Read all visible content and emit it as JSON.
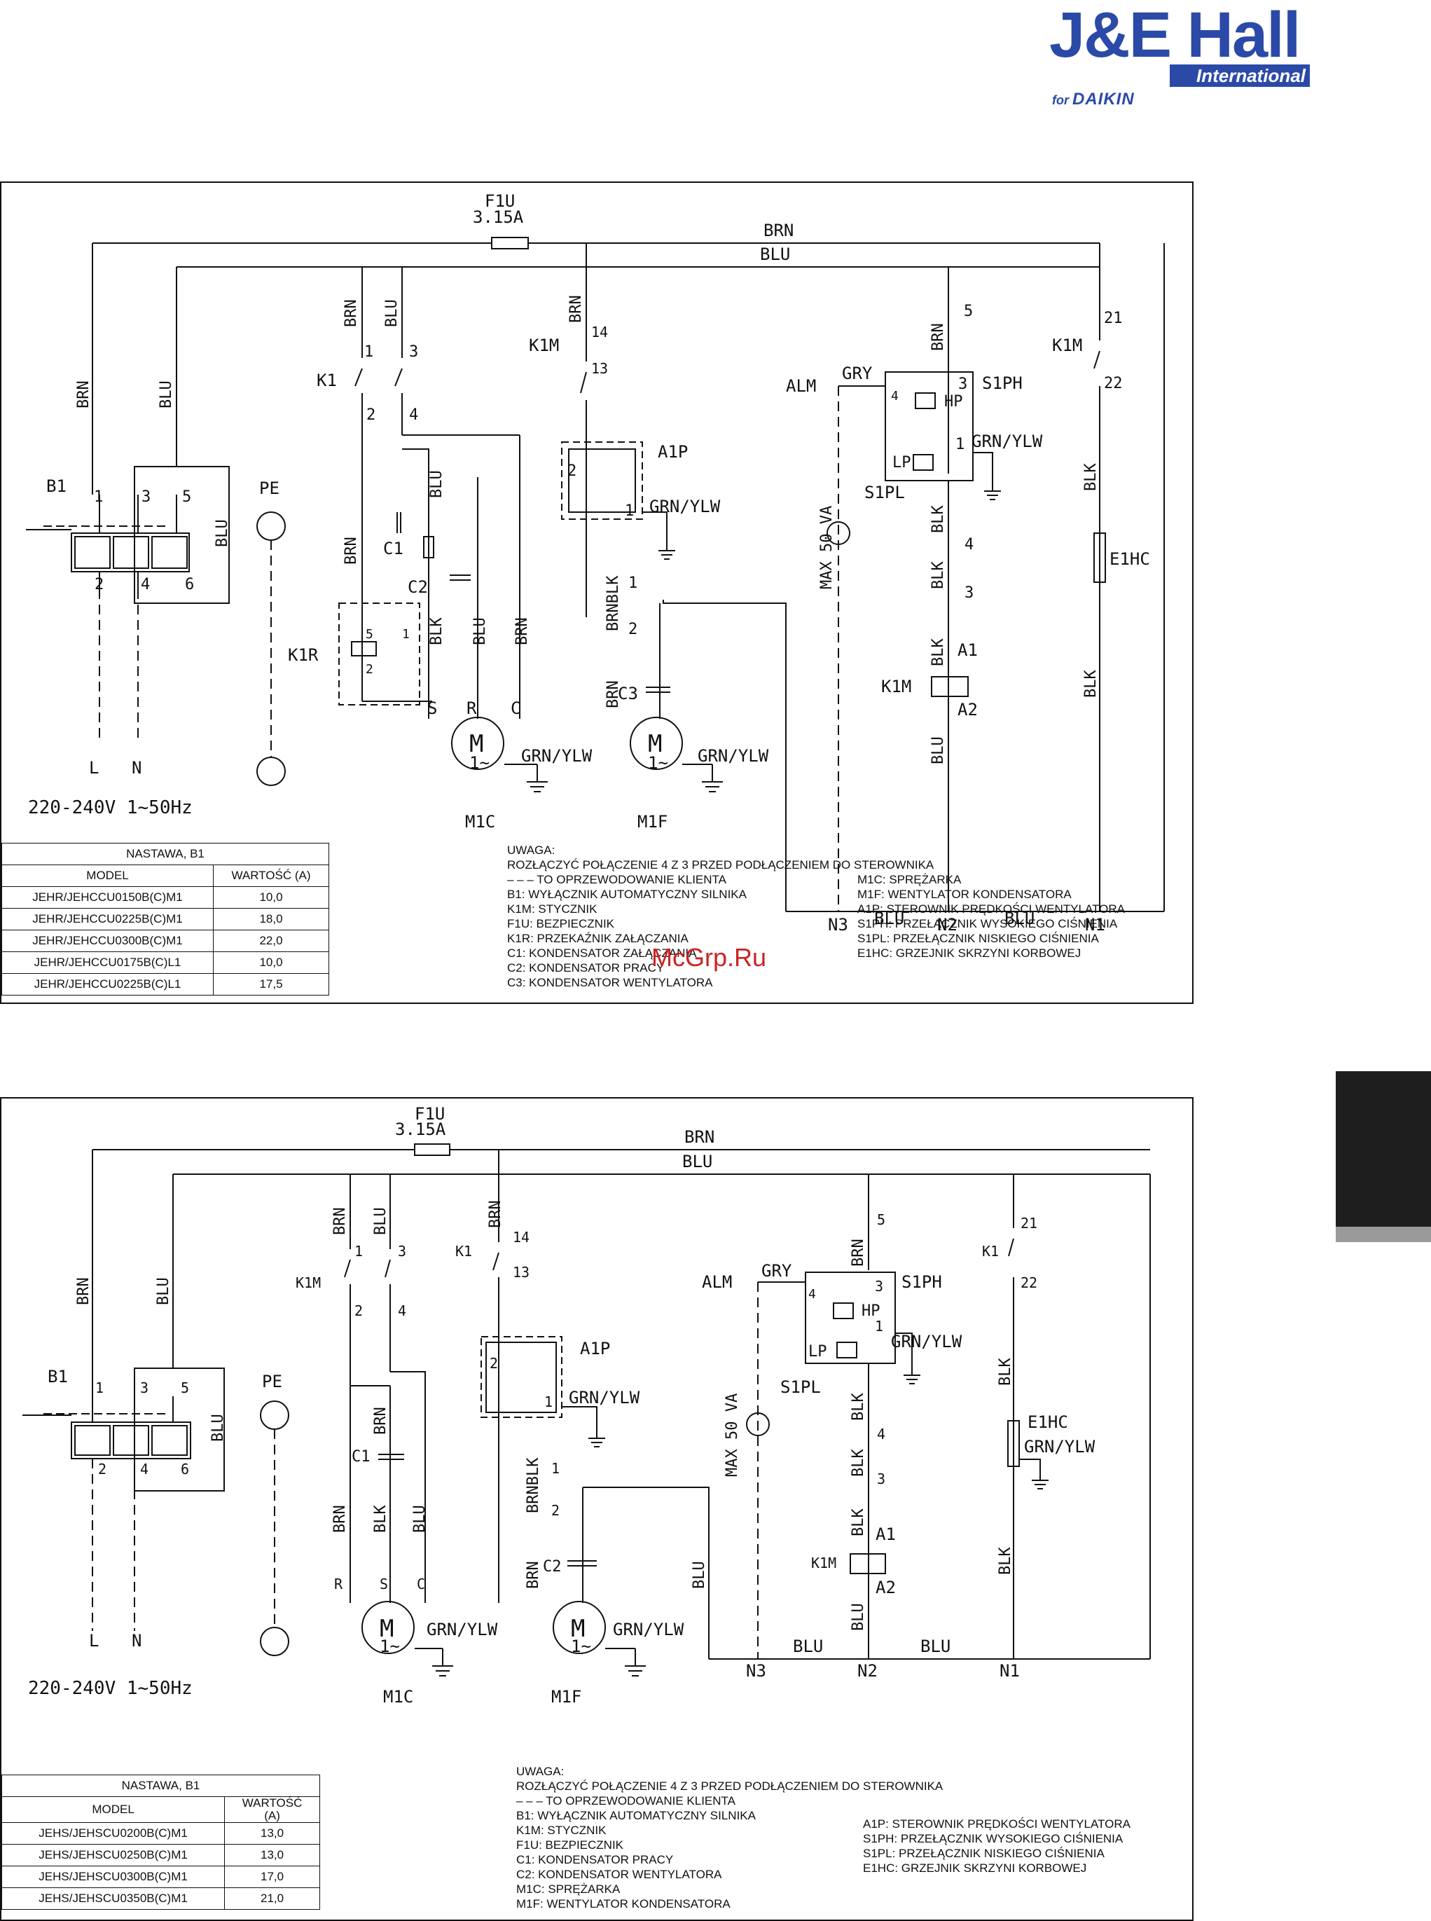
{
  "brand": {
    "name": "J&E Hall",
    "tagline": "International",
    "sub_prefix": "for",
    "sub_brand": "DAIKIN"
  },
  "side_tab": {
    "color": "#1e1e1e"
  },
  "watermark": "McGrp.Ru",
  "diagram1": {
    "fuse": "F1U",
    "fuse_rating": "3.15A",
    "wires": {
      "brn": "BRN",
      "blu": "BLU",
      "blk": "BLK",
      "gry": "GRY",
      "grn_ylw": "GRN/YLW",
      "brnblk": "BRNBLK"
    },
    "labels": {
      "B1": "B1",
      "K1": "K1",
      "K1R": "K1R",
      "K1M": "K1M",
      "A1P": "A1P",
      "C1": "C1",
      "C2": "C2",
      "C3": "C3",
      "S1PH": "S1PH",
      "S1PL": "S1PL",
      "HP": "HP",
      "LP": "LP",
      "ALM": "ALM",
      "max": "MAX 50 VA",
      "E1HC": "E1HC",
      "PE": "PE",
      "L": "L",
      "N": "N",
      "M1C": "M1C",
      "M1F": "M1F",
      "M": "M",
      "phase": "1~",
      "N1": "N1",
      "N2": "N2",
      "N3": "N3",
      "A1": "A1",
      "A2": "A2",
      "S": "S",
      "R": "R",
      "C": "C",
      "supply": "220-240V 1~50Hz"
    },
    "table": {
      "title": "NASTAWA, B1",
      "headers": [
        "MODEL",
        "WARTOŚĆ (A)"
      ],
      "rows": [
        [
          "JEHR/JEHCCU0150B(C)M1",
          "10,0"
        ],
        [
          "JEHR/JEHCCU0225B(C)M1",
          "18,0"
        ],
        [
          "JEHR/JEHCCU0300B(C)M1",
          "22,0"
        ],
        [
          "JEHR/JEHCCU0175B(C)L1",
          "10,0"
        ],
        [
          "JEHR/JEHCCU0225B(C)L1",
          "17,5"
        ]
      ]
    },
    "notes_left": "UWAGA:\nROZŁĄCZYĆ POŁĄCZENIE 4 Z 3 PRZED PODŁĄCZENIEM DO STEROWNIKA\n– – – TO OPRZEWODOWANIE KLIENTA\nB1: WYŁĄCZNIK AUTOMATYCZNY SILNIKA\nK1M: STYCZNIK\nF1U: BEZPIECZNIK\nK1R: PRZEKAŹNIK ZAŁĄCZANIA\nC1: KONDENSATOR ZAŁĄCZANIA\nC2: KONDENSATOR PRACY\nC3: KONDENSATOR WENTYLATORA",
    "notes_right": "M1C: SPRĘŻARKA\nM1F: WENTYLATOR KONDENSATORA\nA1P: STEROWNIK PRĘDKOŚCI WENTYLATORA\nS1PH: PRZEŁĄCZNIK WYSOKIEGO CIŚNIENIA\nS1PL: PRZEŁĄCZNIK NISKIEGO CIŚNIENIA\nE1HC: GRZEJNIK SKRZYNI KORBOWEJ"
  },
  "diagram2": {
    "fuse": "F1U",
    "fuse_rating": "3.15A",
    "labels": {
      "B1": "B1",
      "K1M": "K1M",
      "K1": "K1",
      "A1P": "A1P",
      "C1": "C1",
      "C2": "C2",
      "S1PH": "S1PH",
      "S1PL": "S1PL",
      "ALM": "ALM",
      "max": "MAX 50 VA",
      "E1HC": "E1HC",
      "PE": "PE",
      "L": "L",
      "N": "N",
      "M1C": "M1C",
      "M1F": "M1F",
      "supply": "220-240V 1~50Hz"
    },
    "table": {
      "title": "NASTAWA, B1",
      "headers": [
        "MODEL",
        "WARTOŚĆ\n(A)"
      ],
      "rows": [
        [
          "JEHS/JEHSCU0200B(C)M1",
          "13,0"
        ],
        [
          "JEHS/JEHSCU0250B(C)M1",
          "13,0"
        ],
        [
          "JEHS/JEHSCU0300B(C)M1",
          "17,0"
        ],
        [
          "JEHS/JEHSCU0350B(C)M1",
          "21,0"
        ]
      ]
    },
    "notes_left": "UWAGA:\nROZŁĄCZYĆ POŁĄCZENIE 4 Z 3 PRZED PODŁĄCZENIEM DO STEROWNIKA\n– – – TO OPRZEWODOWANIE KLIENTA\nB1: WYŁĄCZNIK AUTOMATYCZNY SILNIKA\nK1M: STYCZNIK\nF1U: BEZPIECZNIK\nC1: KONDENSATOR PRACY\nC2: KONDENSATOR WENTYLATORA\nM1C: SPRĘŻARKA\nM1F: WENTYLATOR KONDENSATORA",
    "notes_right": "A1P: STEROWNIK PRĘDKOŚCI WENTYLATORA\nS1PH: PRZEŁĄCZNIK WYSOKIEGO CIŚNIENIA\nS1PL: PRZEŁĄCZNIK NISKIEGO CIŚNIENIA\nE1HC: GRZEJNIK SKRZYNI KORBOWEJ"
  }
}
